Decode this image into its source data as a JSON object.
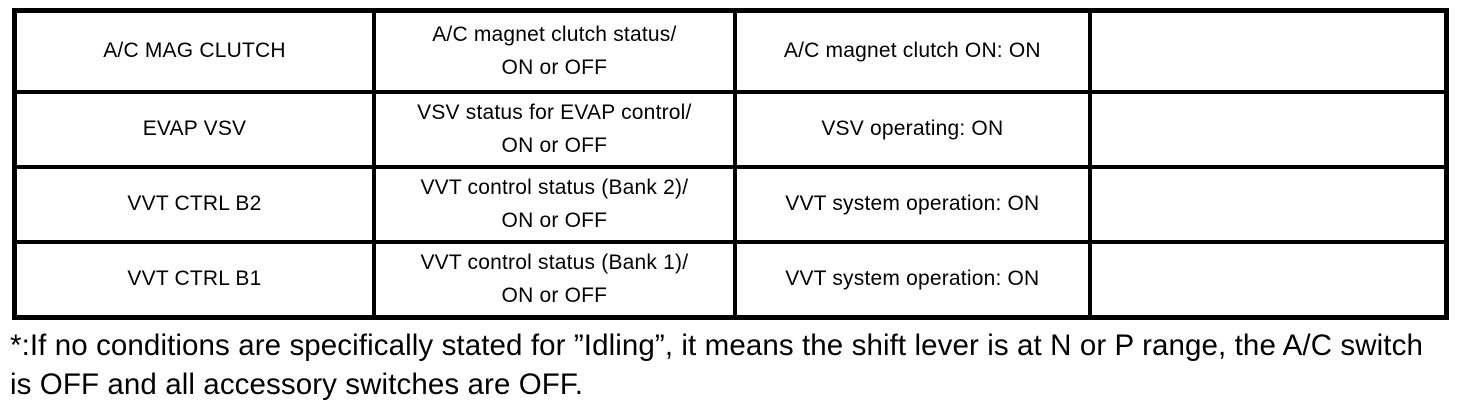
{
  "table": {
    "rows": [
      {
        "item": "A/C MAG CLUTCH",
        "desc_line1": "A/C magnet clutch status/",
        "desc_line2": "ON or OFF",
        "condition": "A/C magnet clutch ON: ON",
        "note": ""
      },
      {
        "item": "EVAP VSV",
        "desc_line1": "VSV status for EVAP control/",
        "desc_line2": "ON or OFF",
        "condition": "VSV operating: ON",
        "note": ""
      },
      {
        "item": "VVT CTRL B2",
        "desc_line1": "VVT control status (Bank 2)/",
        "desc_line2": "ON or OFF",
        "condition": "VVT system operation: ON",
        "note": ""
      },
      {
        "item": "VVT CTRL B1",
        "desc_line1": "VVT control status (Bank 1)/",
        "desc_line2": "ON or OFF",
        "condition": "VVT system operation: ON",
        "note": ""
      }
    ]
  },
  "footnote": {
    "line1": "*:If no conditions are specifically stated for ”Idling”, it means the shift lever is at N or P range, the A/C switch",
    "line2": "is OFF and all accessory switches are OFF."
  },
  "colors": {
    "ink": "#000000",
    "paper": "#ffffff"
  }
}
